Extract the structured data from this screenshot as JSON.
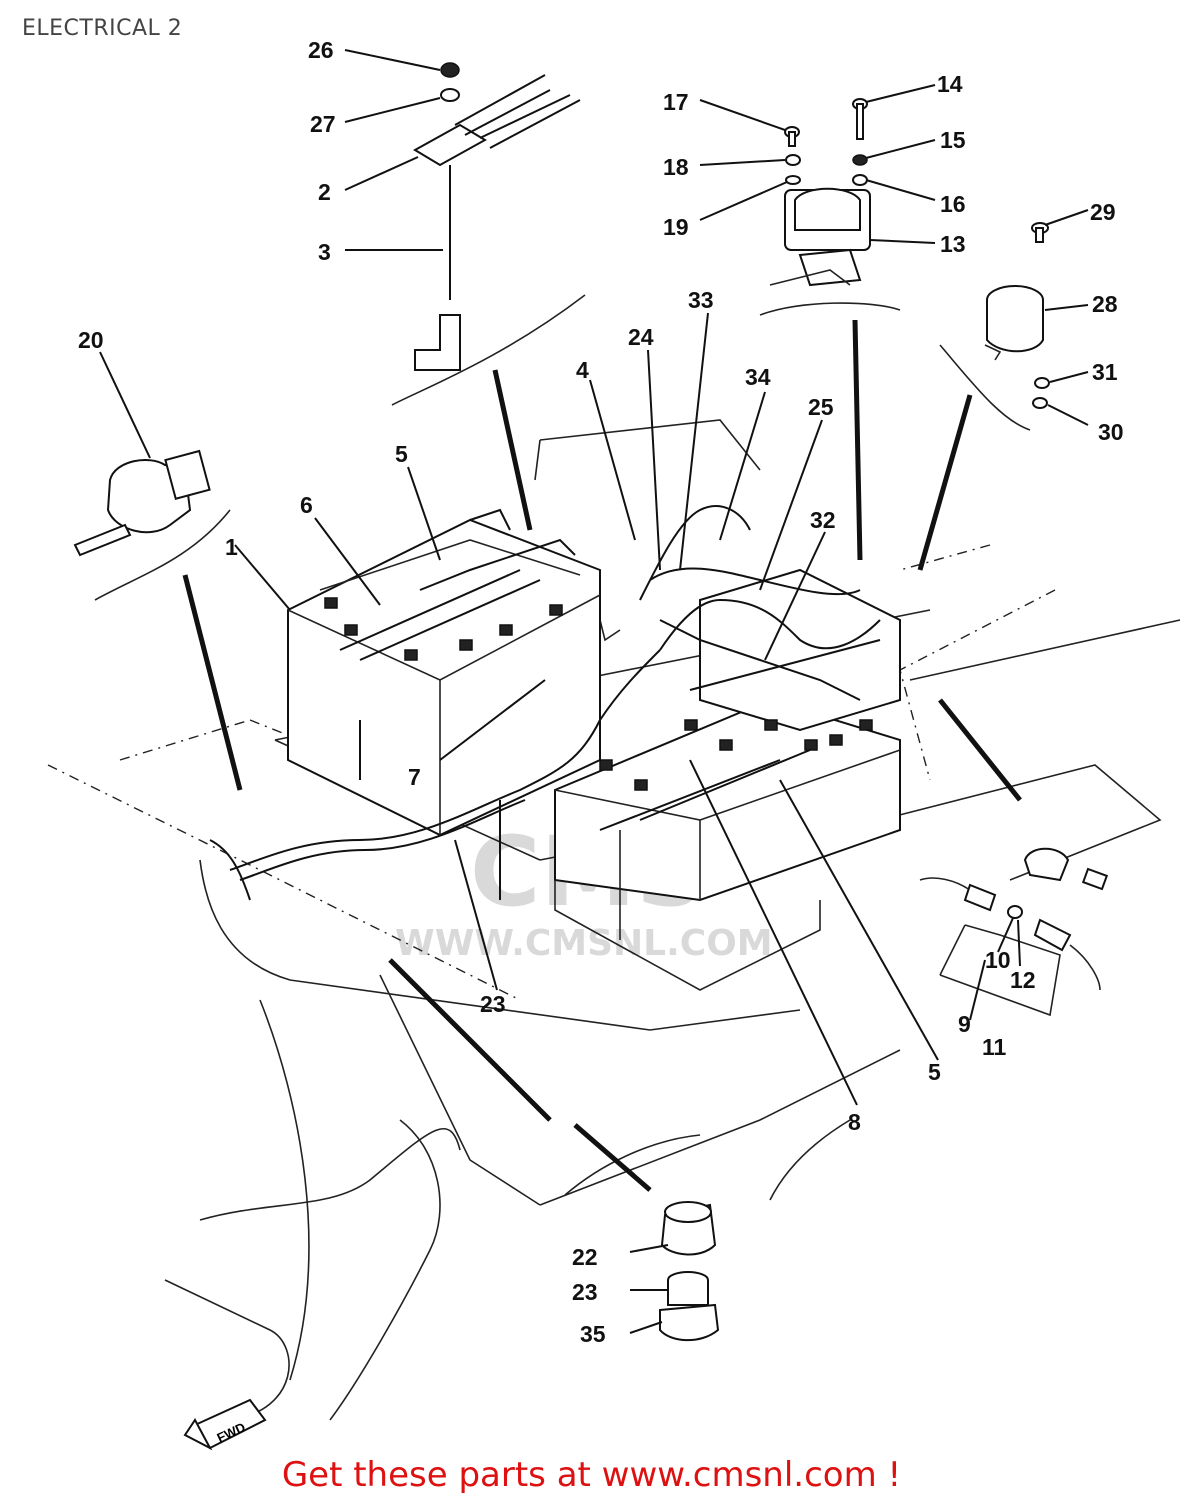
{
  "header": {
    "title": "ELECTRICAL 2"
  },
  "watermark": {
    "logo": "CMS",
    "url": "WWW.CMSNL.COM"
  },
  "footer": {
    "text": "Get these parts at www.cmsnl.com !"
  },
  "colors": {
    "footer": "#dd1111",
    "title": "#444444",
    "line": "#111111"
  },
  "callouts": [
    {
      "id": "26",
      "label": "26"
    },
    {
      "id": "27",
      "label": "27"
    },
    {
      "id": "2",
      "label": "2"
    },
    {
      "id": "3",
      "label": "3"
    },
    {
      "id": "17",
      "label": "17"
    },
    {
      "id": "18",
      "label": "18"
    },
    {
      "id": "19",
      "label": "19"
    },
    {
      "id": "14",
      "label": "14"
    },
    {
      "id": "15",
      "label": "15"
    },
    {
      "id": "16",
      "label": "16"
    },
    {
      "id": "13",
      "label": "13"
    },
    {
      "id": "29",
      "label": "29"
    },
    {
      "id": "28",
      "label": "28"
    },
    {
      "id": "31",
      "label": "31"
    },
    {
      "id": "30",
      "label": "30"
    },
    {
      "id": "20",
      "label": "20"
    },
    {
      "id": "33",
      "label": "33"
    },
    {
      "id": "24",
      "label": "24"
    },
    {
      "id": "4",
      "label": "4"
    },
    {
      "id": "34",
      "label": "34"
    },
    {
      "id": "25",
      "label": "25"
    },
    {
      "id": "32",
      "label": "32"
    },
    {
      "id": "5a",
      "label": "5"
    },
    {
      "id": "6",
      "label": "6"
    },
    {
      "id": "1",
      "label": "1"
    },
    {
      "id": "7",
      "label": "7"
    },
    {
      "id": "21",
      "label": "23"
    },
    {
      "id": "8",
      "label": "8"
    },
    {
      "id": "5b",
      "label": "5"
    },
    {
      "id": "10",
      "label": "10"
    },
    {
      "id": "12",
      "label": "12"
    },
    {
      "id": "9",
      "label": "9"
    },
    {
      "id": "11",
      "label": "11"
    },
    {
      "id": "22",
      "label": "22"
    },
    {
      "id": "23",
      "label": "23"
    },
    {
      "id": "35",
      "label": "35"
    },
    {
      "id": "fwd",
      "label": "FWD"
    }
  ]
}
